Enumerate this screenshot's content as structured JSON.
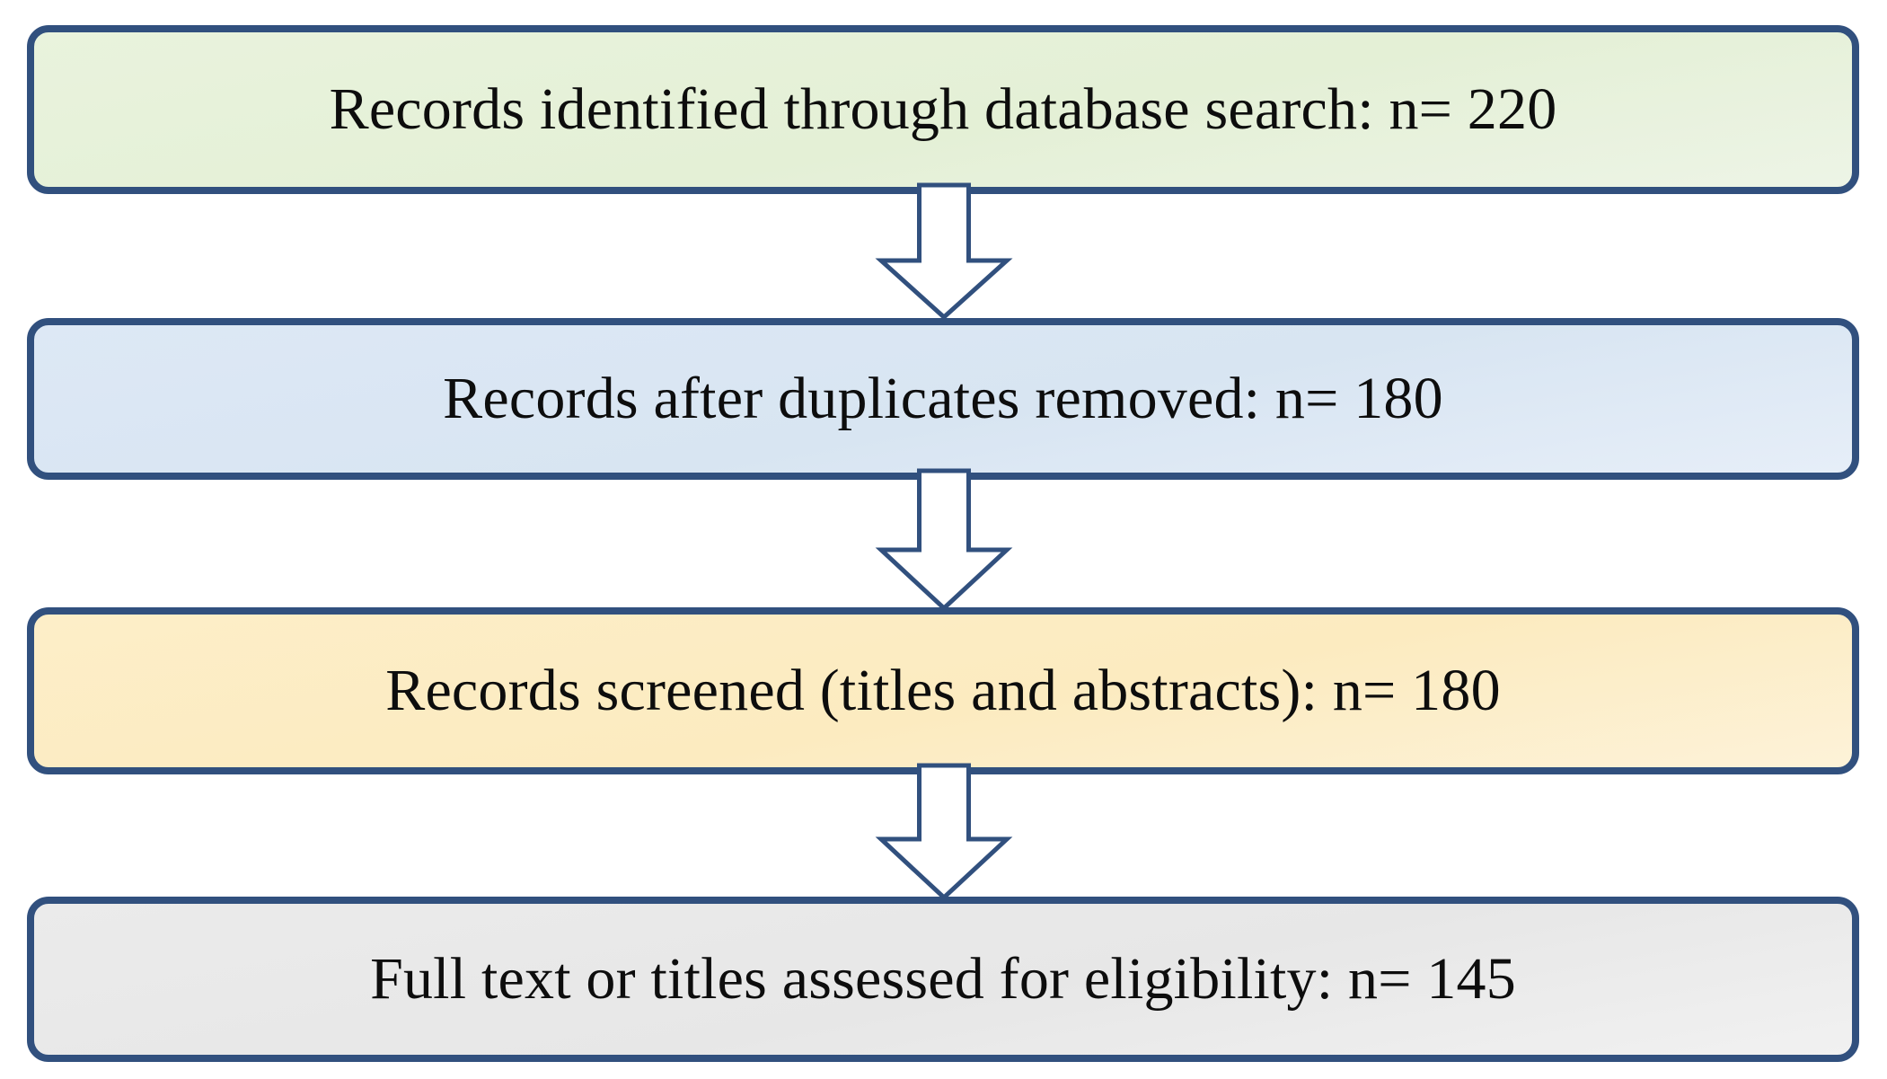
{
  "diagram": {
    "type": "prisma-flow-chart",
    "orientation": "vertical",
    "background_color": "#ffffff",
    "border_color": "#31507e",
    "text_color": "#0d0d0d",
    "steps": [
      {
        "id": "identification",
        "label": "Records identified through database search: n= 220",
        "count": 220,
        "fill_color": "#e4f0d6"
      },
      {
        "id": "duplicates-removed",
        "label": "Records after duplicates removed: n= 180",
        "count": 180,
        "fill_color": "#d8e5f2"
      },
      {
        "id": "screening",
        "label": "Records screened (titles and abstracts): n= 180",
        "count": 180,
        "fill_color": "#fcebc0"
      },
      {
        "id": "eligibility",
        "label": "Full text or titles assessed for eligibility: n= 145",
        "count": 145,
        "fill_color": "#e7e7e7"
      }
    ],
    "connectors": [
      {
        "id": "arrow-1",
        "from": "identification",
        "to": "duplicates-removed",
        "glyph": "down-arrow"
      },
      {
        "id": "arrow-2",
        "from": "duplicates-removed",
        "to": "screening",
        "glyph": "down-arrow"
      },
      {
        "id": "arrow-3",
        "from": "screening",
        "to": "eligibility",
        "glyph": "down-arrow"
      }
    ]
  }
}
